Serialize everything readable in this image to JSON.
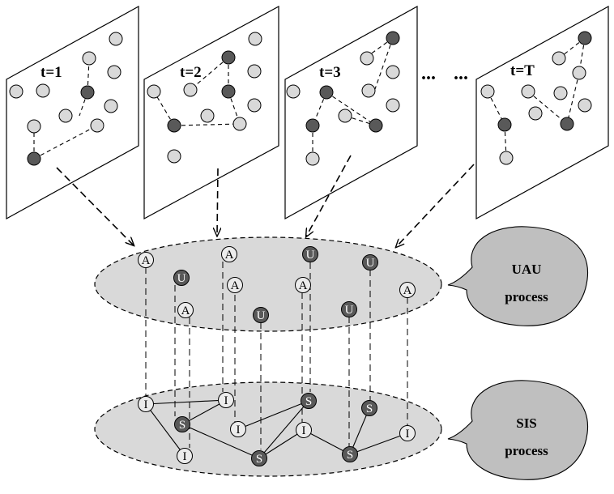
{
  "panels": [
    {
      "label": "t=1"
    },
    {
      "label": "t=2"
    },
    {
      "label": "t=3"
    },
    {
      "label": "t=T"
    }
  ],
  "ellipsis": [
    "...",
    "..."
  ],
  "uau_layer": {
    "nodes": [
      "A",
      "U",
      "A",
      "A",
      "A",
      "U",
      "U",
      "A",
      "U",
      "U",
      "A"
    ],
    "bubble_line1": "UAU",
    "bubble_line2": "process"
  },
  "sis_layer": {
    "nodes": [
      "I",
      "S",
      "I",
      "I",
      "I",
      "S",
      "S",
      "I",
      "S",
      "S",
      "I"
    ],
    "bubble_line1": "SIS",
    "bubble_line2": "process"
  },
  "colors": {
    "light_node": "#d9d9d9",
    "dark_node": "#595959",
    "layer_fill": "#d9d9d9",
    "bubble_fill": "#bfbfbf"
  }
}
